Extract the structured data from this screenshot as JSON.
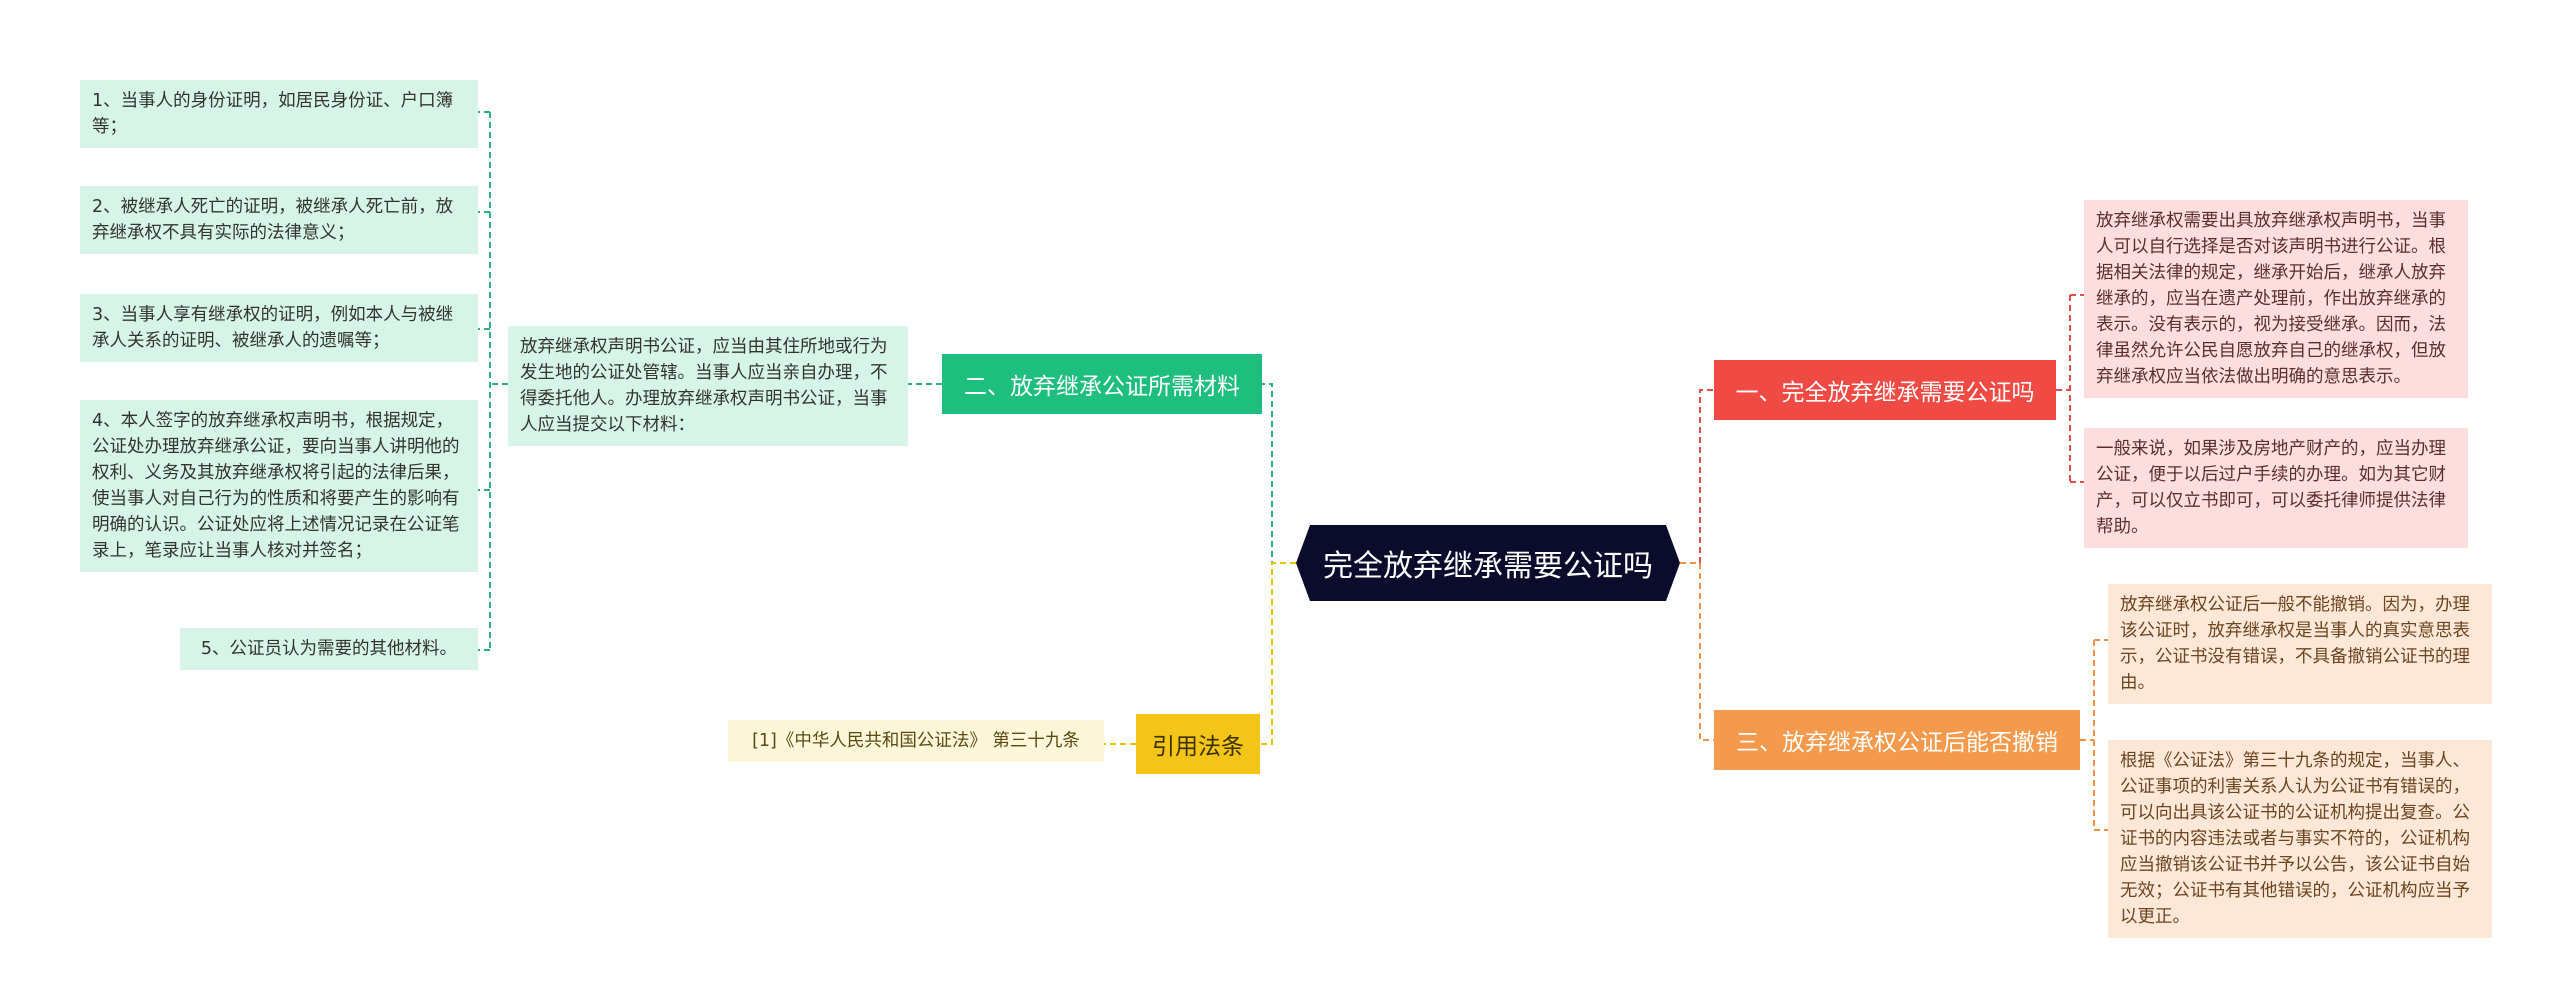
{
  "root": {
    "title": "完全放弃继承需要公证吗"
  },
  "branches": {
    "materials": {
      "label": "二、放弃继承公证所需材料",
      "intro": "放弃继承权声明书公证，应当由其住所地或行为发生地的公证处管辖。当事人应当亲自办理，不得委托他人。办理放弃继承权声明书公证，当事人应当提交以下材料：",
      "items": [
        "1、当事人的身份证明，如居民身份证、户口簿等；",
        "2、被继承人死亡的证明，被继承人死亡前，放弃继承权不具有实际的法律意义；",
        "3、当事人享有继承权的证明，例如本人与被继承人关系的证明、被继承人的遗嘱等；",
        "4、本人签字的放弃继承权声明书，根据规定，公证处办理放弃继承公证，要向当事人讲明他的权利、义务及其放弃继承权将引起的法律后果，使当事人对自己行为的性质和将要产生的影响有明确的认识。公证处应将上述情况记录在公证笔录上，笔录应让当事人核对并签名；",
        "5、公证员认为需要的其他材料。"
      ]
    },
    "law": {
      "label": "引用法条",
      "items": [
        "[1]《中华人民共和国公证法》 第三十九条"
      ]
    },
    "need": {
      "label": "一、完全放弃继承需要公证吗",
      "items": [
        "放弃继承权需要出具放弃继承权声明书，当事人可以自行选择是否对该声明书进行公证。根据相关法律的规定，继承开始后，继承人放弃继承的，应当在遗产处理前，作出放弃继承的表示。没有表示的，视为接受继承。因而，法律虽然允许公民自愿放弃自己的继承权，但放弃继承权应当依法做出明确的意思表示。",
        "一般来说，如果涉及房地产财产的，应当办理公证，便于以后过户手续的办理。如为其它财产，可以仅立书即可，可以委托律师提供法律帮助。"
      ]
    },
    "revoke": {
      "label": "三、放弃继承权公证后能否撤销",
      "items": [
        "放弃继承权公证后一般不能撤销。因为，办理该公证时，放弃继承权是当事人的真实意思表示，公证书没有错误，不具备撤销公证书的理由。",
        "根据《公证法》第三十九条的规定，当事人、公证事项的利害关系人认为公证书有错误的，可以向出具该公证书的公证机构提出复查。公证书的内容违法或者与事实不符的，公证机构应当撤销该公证书并予以公告，该公证书自始无效；公证书有其他错误的，公证机构应当予以更正。"
      ]
    }
  },
  "colors": {
    "root": "#0b0b2b",
    "green": "#1dbe7e",
    "yellow": "#f3c518",
    "red": "#f04a44",
    "orange": "#f39a4d",
    "link_green": "#2cb37a",
    "link_yellow": "#e6c200",
    "link_red": "#e0504a",
    "link_orange": "#f0924a"
  }
}
